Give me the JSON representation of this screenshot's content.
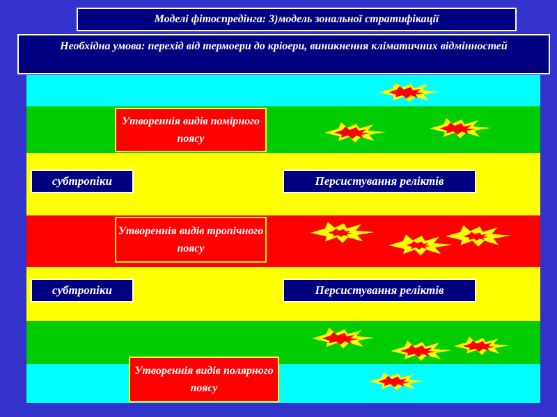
{
  "title": "Моделі фітоспредінга: 3)модель зональної стратифікації",
  "condition": "Необхідна умова: перехід від термоери до кріоери, виникнення кліматичних відмінностей",
  "labels": {
    "temperate": "Утвореннія видів помірного поясу",
    "tropical": "Утвореннія видів тропічного поясу",
    "polar": "Утвореннія видів полярного поясу",
    "subtropics_upper": "субтропіки",
    "subtropics_lower": "субтропіки",
    "relicts_upper": "Персистування реліктів",
    "relicts_lower": "Персистування реліктів"
  },
  "colors": {
    "background": "#3333cc",
    "cyan": "#00ffff",
    "green": "#00cc00",
    "yellow": "#ffff00",
    "red": "#ff0000",
    "navy": "#000080"
  }
}
